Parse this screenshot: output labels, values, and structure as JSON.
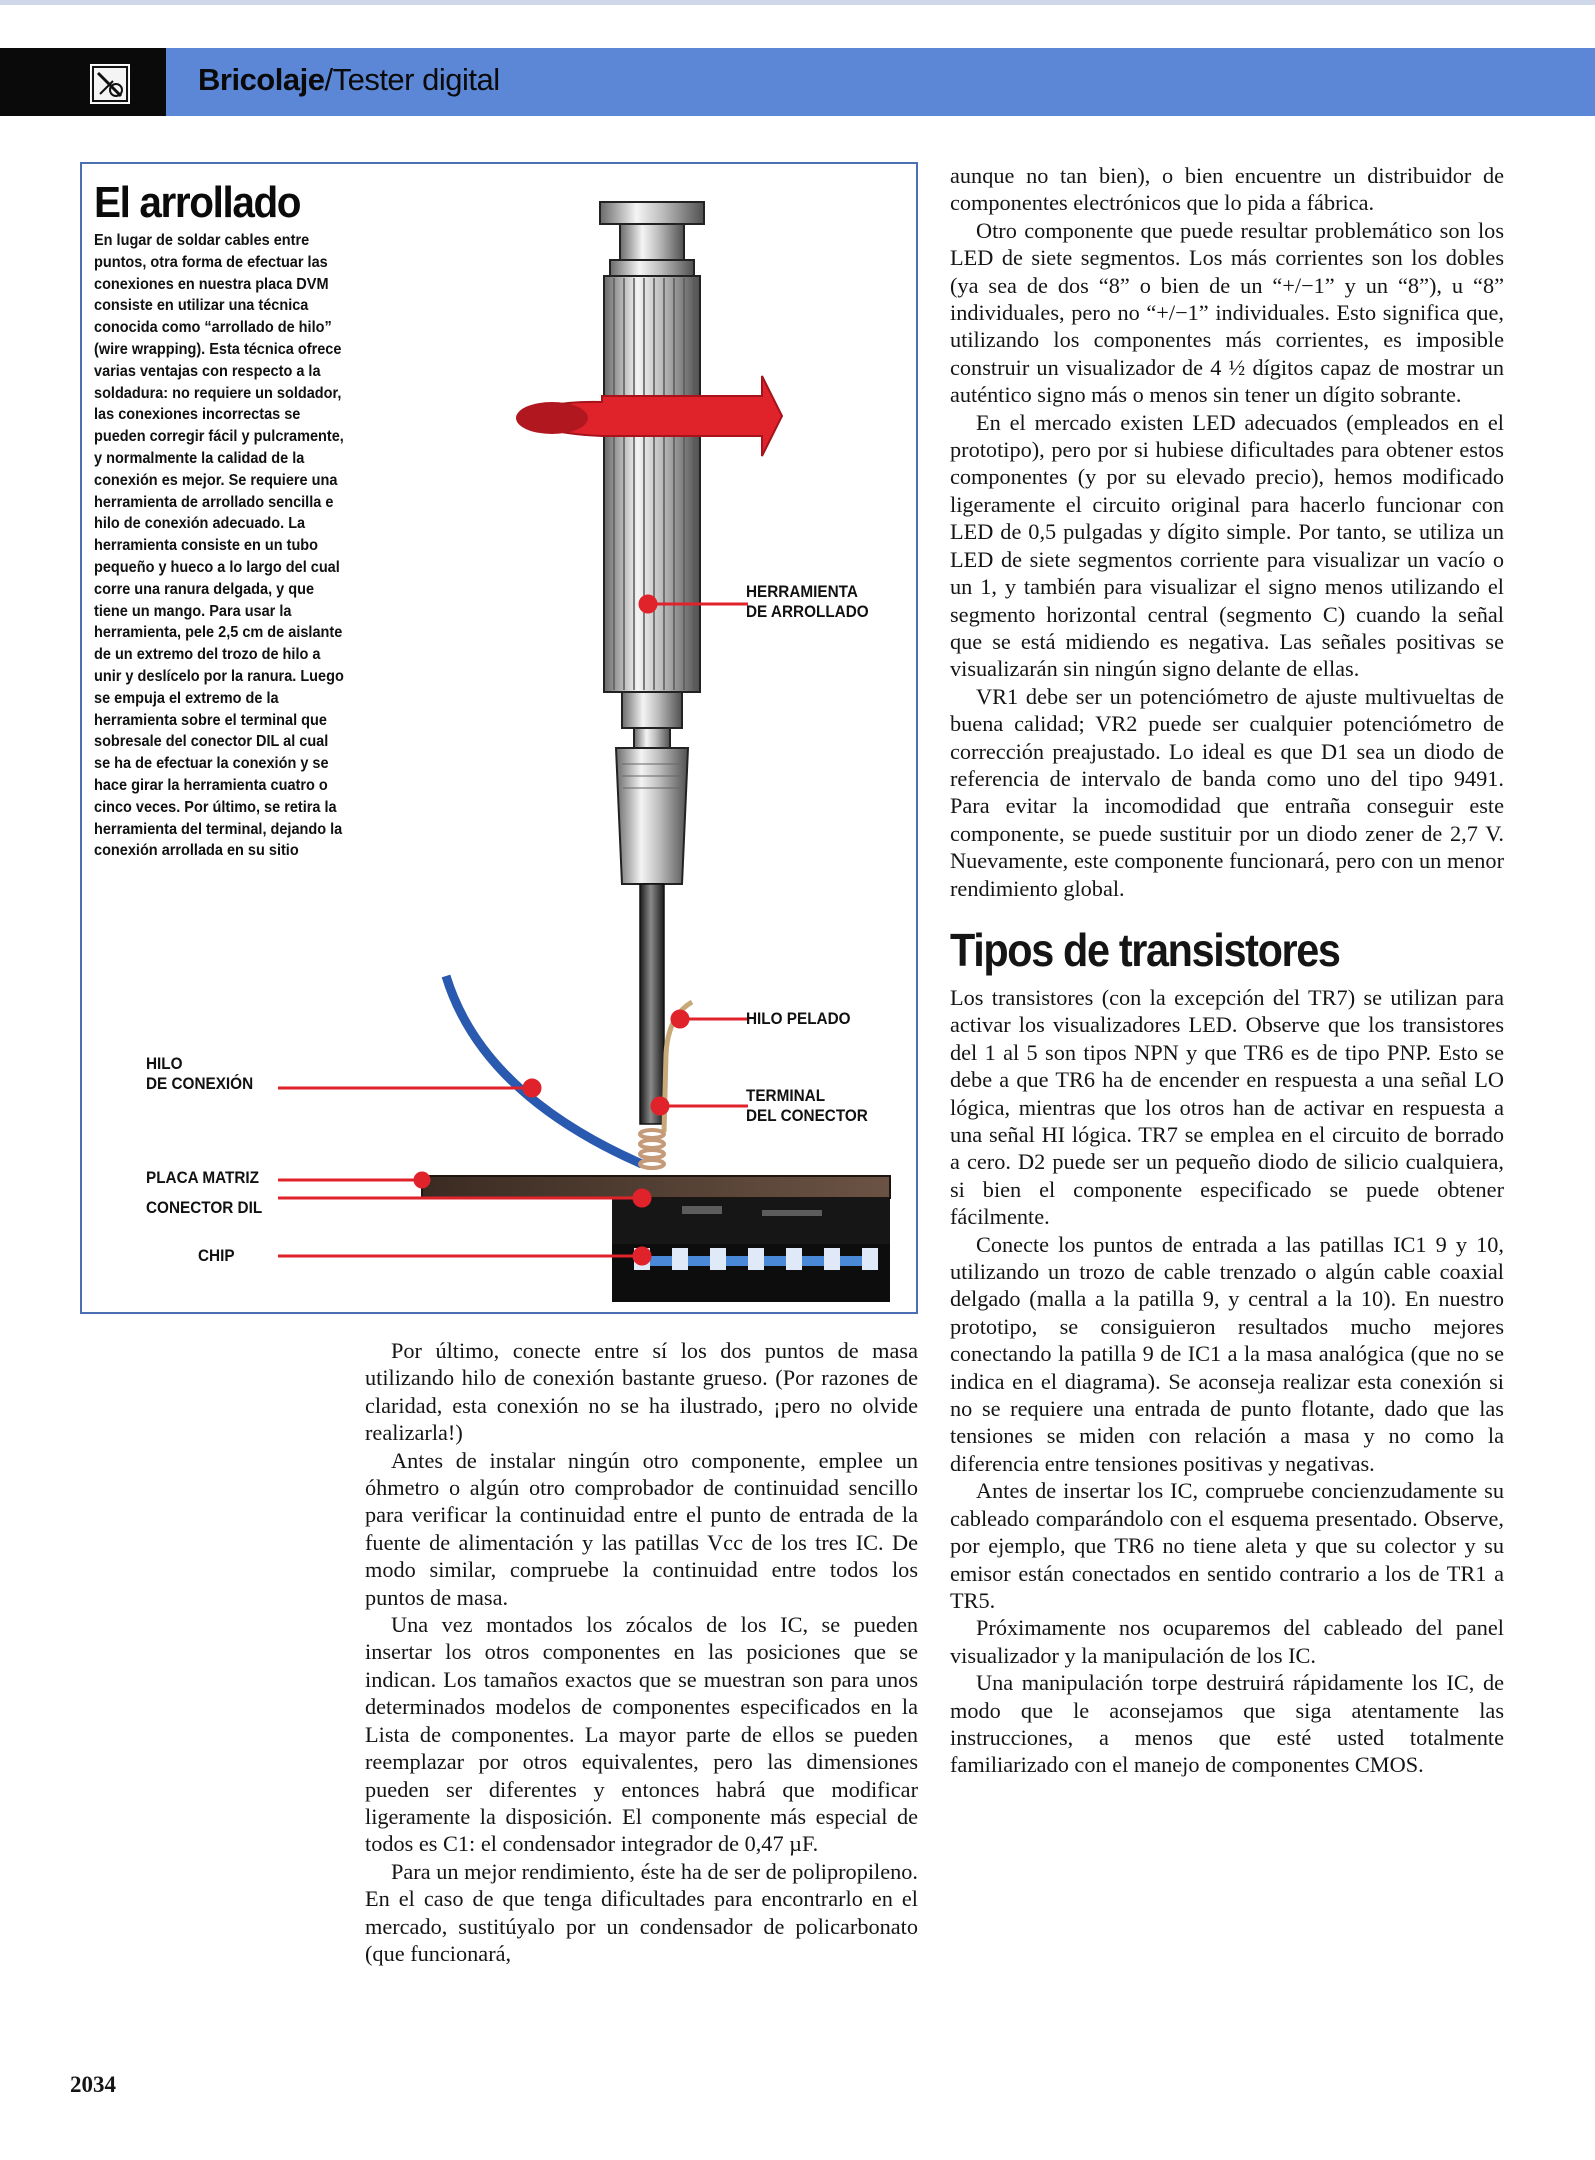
{
  "header": {
    "section": "Bricolaje",
    "separator": "/",
    "subtitle": "Tester digital"
  },
  "figure": {
    "title": "El arrollado",
    "caption": "En lugar de soldar cables entre puntos, otra forma de efectuar las conexiones en nuestra placa DVM consiste en utilizar una técnica conocida como “arrollado de hilo” (wire wrapping). Esta técnica ofrece varias ventajas con respecto a la soldadura: no requiere un soldador, las conexiones incorrectas se pueden corregir fácil y pulcramente, y normalmente la calidad de la conexión es mejor. Se requiere una herramienta de arrollado sencilla e hilo de conexión adecuado. La herramienta consiste en un tubo pequeño y hueco a lo largo del cual corre una ranura delgada, y que tiene un mango. Para usar la herramienta, pele 2,5 cm de aislante de un extremo del trozo de hilo a unir y deslícelo por la ranura. Luego se empuja el extremo de la herramienta sobre el terminal que sobresale del conector DIL al cual se ha de efectuar la conexión y se hace girar la herramienta cuatro o cinco veces. Por último, se retira la herramienta del terminal, dejando la conexión arrollada en su sitio",
    "labels": {
      "tool": "HERRAMIENTA\nDE ARROLLADO",
      "stripped_wire": "HILO PELADO",
      "connector_terminal": "TERMINAL\nDEL CONECTOR",
      "wire": "HILO\nDE CONEXIÓN",
      "matrix_board": "PLACA MATRIZ",
      "dil_connector": "CONECTOR DIL",
      "chip": "CHIP"
    },
    "colors": {
      "border": "#4a6fb3",
      "pointer": "#e0222b",
      "arrow": "#e0222b",
      "wire": "#2a59b0"
    }
  },
  "column_left": [
    "Por último, conecte entre sí los dos puntos de masa utilizando hilo de conexión bastante grueso. (Por razones de claridad, esta conexión no se ha ilustrado, ¡pero no olvide realizarla!)",
    "Antes de instalar ningún otro componente, emplee un óhmetro o algún otro comprobador de continuidad sencillo para verificar la continuidad entre el punto de entrada de la fuente de alimentación y las patillas Vcc de los tres IC. De modo similar, compruebe la continuidad entre todos los puntos de masa.",
    "Una vez montados los zócalos de los IC, se pueden insertar los otros componentes en las posiciones que se indican. Los tamaños exactos que se muestran son para unos determinados modelos de componentes especificados en la Lista de componentes. La mayor parte de ellos se pueden reemplazar por otros equivalentes, pero las dimensiones pueden ser diferentes y entonces habrá que modificar ligeramente la disposición. El componente más especial de todos es C1: el condensador integrador de 0,47 µF.",
    "Para un mejor rendimiento, éste ha de ser de polipropileno. En el caso de que tenga dificultades para encontrarlo en el mercado, sustitúyalo por un condensador de policarbonato (que funcionará,"
  ],
  "column_right_a": [
    "aunque no tan bien), o bien encuentre un distribuidor de componentes electrónicos que lo pida a fábrica.",
    "Otro componente que puede resultar problemático son los LED de siete segmentos. Los más corrientes son los dobles (ya sea de dos “8” o bien de un “+/−1” y un “8”), u “8” individuales, pero no “+/−1” individuales. Esto significa que, utilizando los componentes más corrientes, es imposible construir un visualizador de 4 ½ dígitos capaz de mostrar un auténtico signo más o menos sin tener un dígito sobrante.",
    "En el mercado existen LED adecuados (empleados en el prototipo), pero por si hubiese dificultades para obtener estos componentes (y por su elevado precio), hemos modificado ligeramente el circuito original para hacerlo funcionar con LED de 0,5 pulgadas y dígito simple. Por tanto, se utiliza un LED de siete segmentos corriente para visualizar un vacío o un 1, y también para visualizar el signo menos utilizando el segmento horizontal central (segmento C) cuando la señal que se está midiendo es negativa. Las señales positivas se visualizarán sin ningún signo delante de ellas.",
    "VR1 debe ser un potenciómetro de ajuste multivueltas de buena calidad; VR2 puede ser cualquier potenciómetro de corrección preajustado. Lo ideal es que D1 sea un diodo de referencia de intervalo de banda como uno del tipo 9491. Para evitar la incomodidad que entraña conseguir este componente, se puede sustituir por un diodo zener de 2,7 V. Nuevamente, este componente funcionará, pero con un menor rendimiento global."
  ],
  "section_title": "Tipos de transistores",
  "column_right_b": [
    "Los transistores (con la excepción del TR7) se utilizan para activar los visualizadores LED. Observe que los transistores del 1 al 5 son tipos NPN y que TR6 es de tipo PNP. Esto se debe a que TR6 ha de encender en respuesta a una señal LO lógica, mientras que los otros han de activar en respuesta a una señal HI lógica. TR7 se emplea en el circuito de borrado a cero. D2 puede ser un pequeño diodo de silicio cualquiera, si bien el componente especificado se puede obtener fácilmente.",
    "Conecte los puntos de entrada a las patillas IC1 9 y 10, utilizando un trozo de cable trenzado o algún cable coaxial delgado (malla a la patilla 9, y central a la 10). En nuestro prototipo, se consiguieron resultados mucho mejores conectando la patilla 9 de IC1 a la masa analógica (que no se indica en el diagrama). Se aconseja realizar esta conexión si no se requiere una entrada de punto flotante, dado que las tensiones se miden con relación a masa y no como la diferencia entre tensiones positivas y negativas.",
    "Antes de insertar los IC, compruebe concienzudamente su cableado comparándolo con el esquema presentado. Observe, por ejemplo, que TR6 no tiene aleta y que su colector y su emisor están conectados en sentido contrario a los de TR1 a TR5.",
    "Próximamente nos ocuparemos del cableado del panel visualizador y la manipulación de los IC.",
    "Una manipulación torpe destruirá rápidamente los IC, de modo que le aconsejamos que siga atentamente las instrucciones, a menos que esté usted totalmente familiarizado con el manejo de componentes CMOS."
  ],
  "page_number": "2034"
}
